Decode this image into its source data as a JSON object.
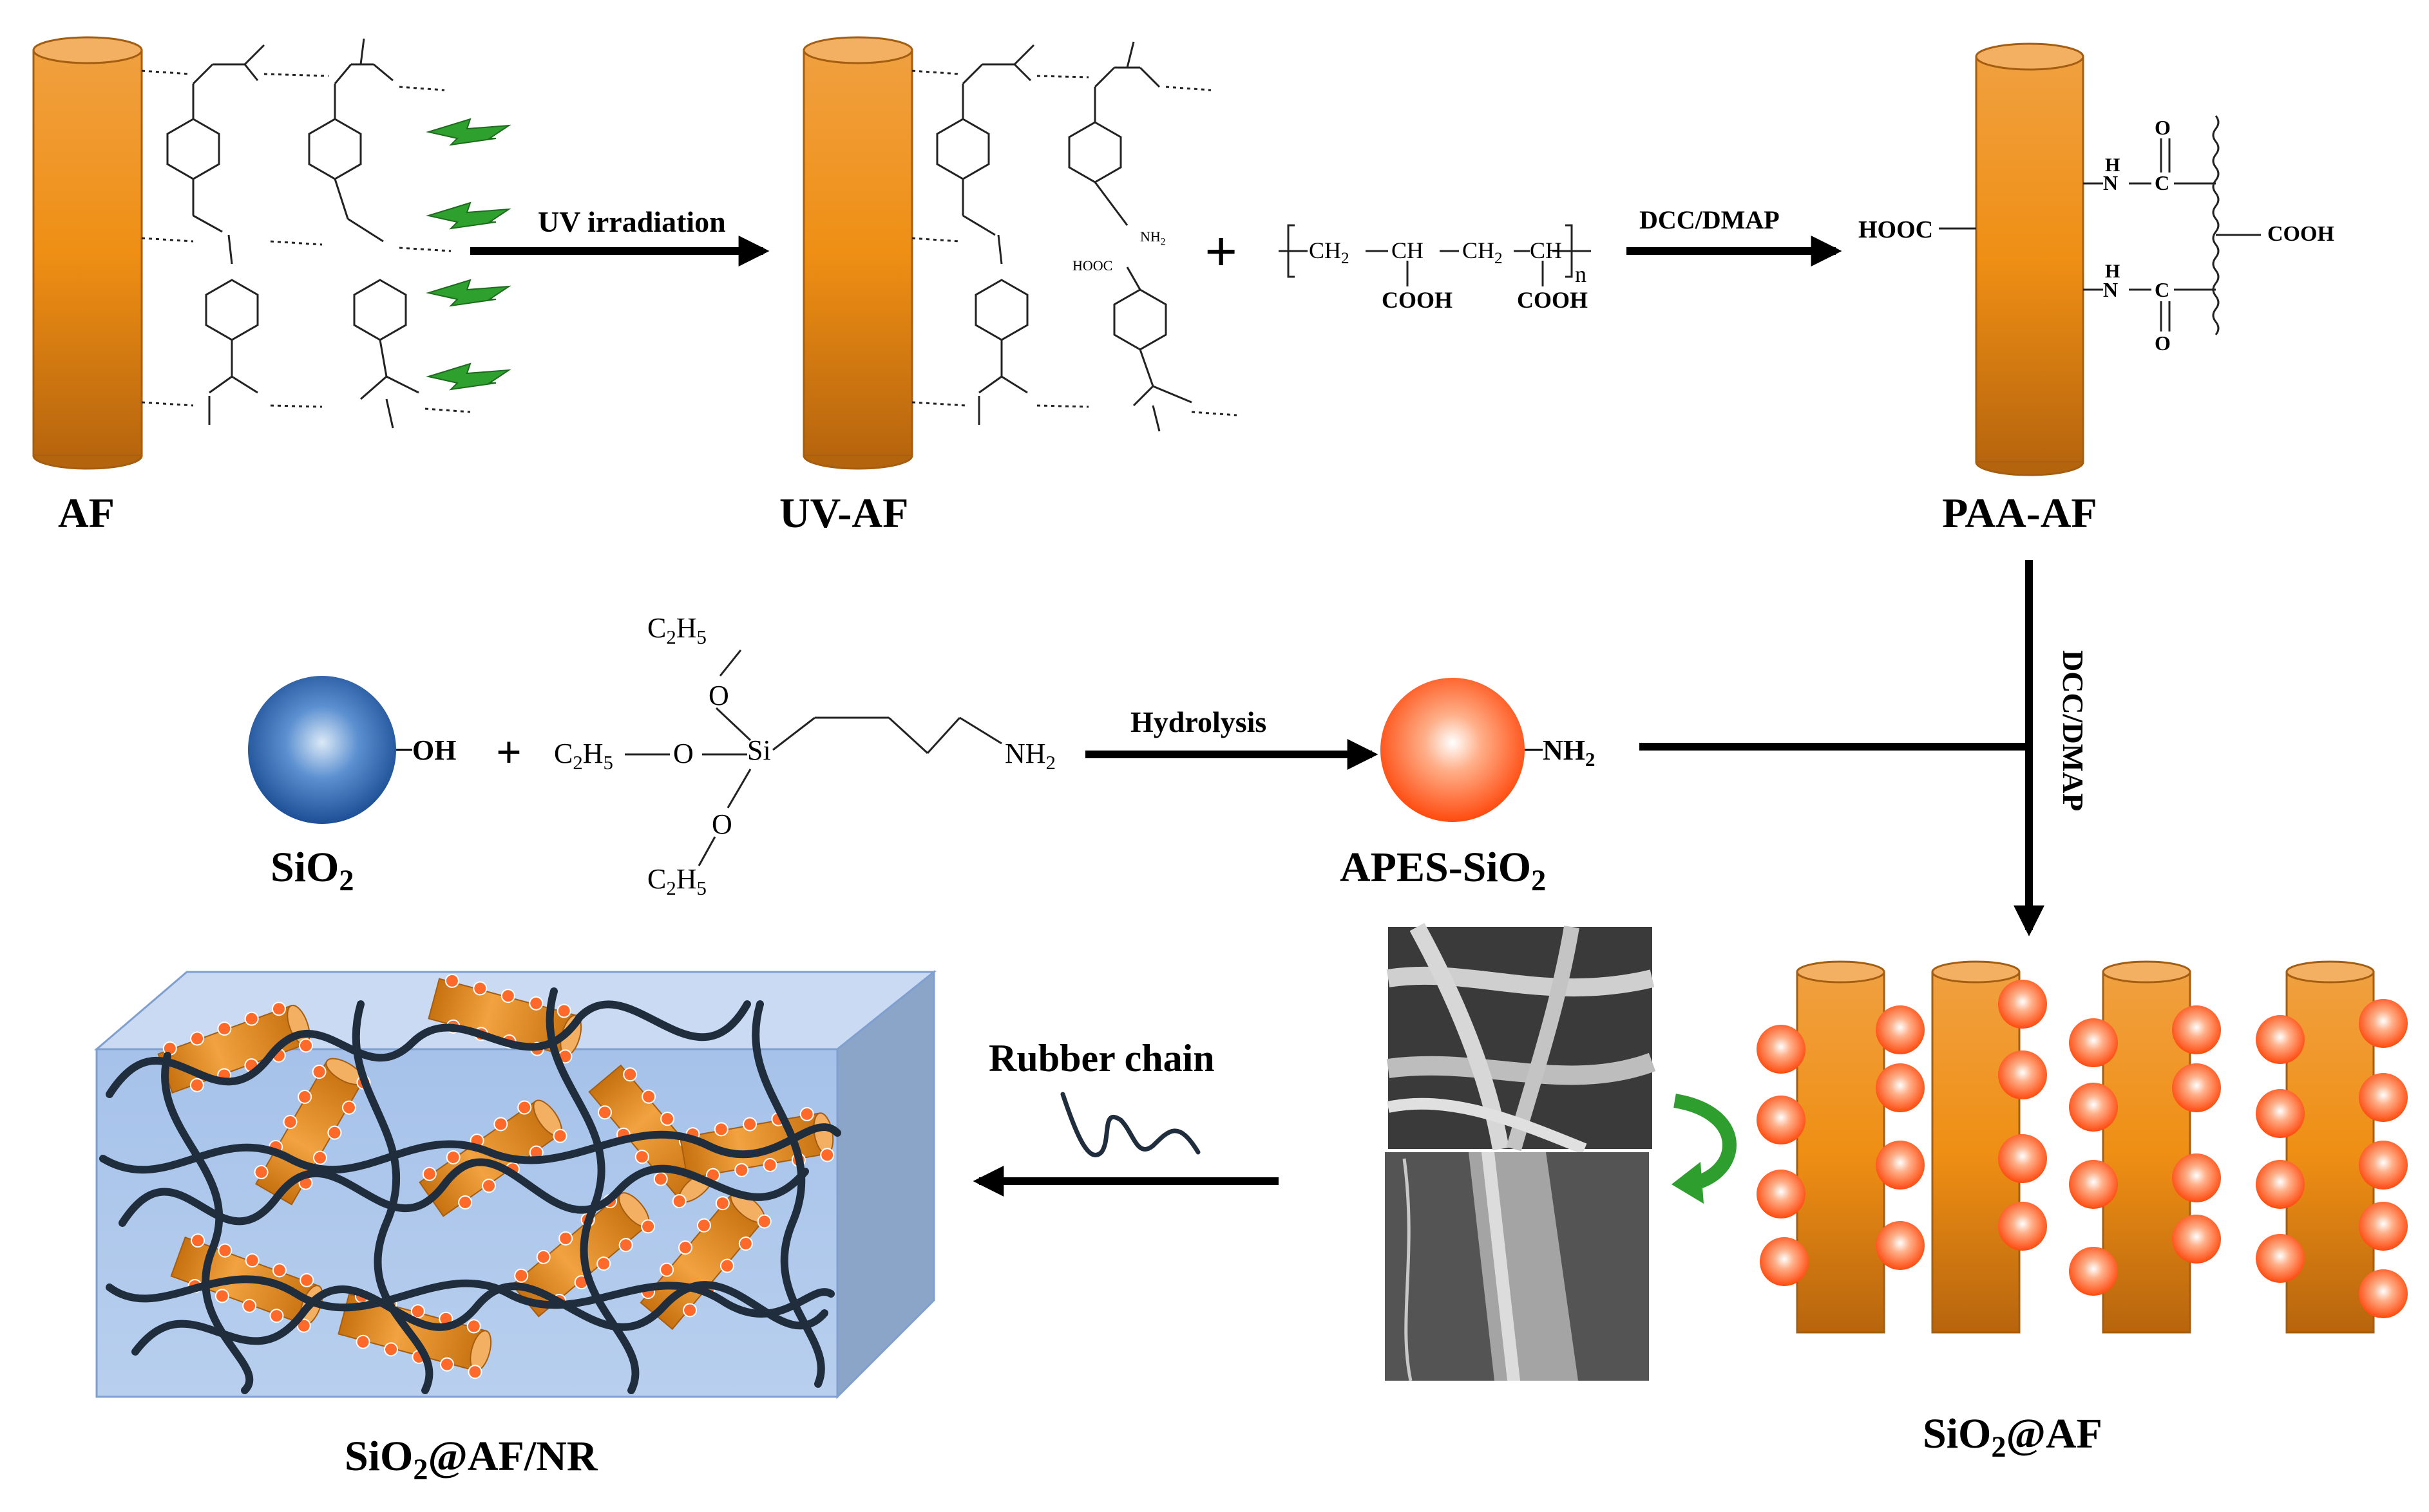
{
  "labels": {
    "af": "AF",
    "uv_af": "UV-AF",
    "paa_af": "PAA-AF",
    "sio2": "SiO",
    "sio2_sub": "2",
    "apes_sio2": "APES-SiO",
    "apes_sub": "2",
    "sio2_af": "SiO",
    "sio2_af_sub": "2",
    "sio2_af_tail": "@AF",
    "sio2_af_nr": "SiO",
    "sio2_af_nr_sub": "2",
    "sio2_af_nr_tail": "@AF/NR"
  },
  "arrows": {
    "uv": "UV irradiation",
    "dcc1": "DCC/DMAP",
    "dcc2": "DCC/DMAP",
    "hydrolysis": "Hydrolysis",
    "rubber": "Rubber chain"
  },
  "chem": {
    "oh": "OH",
    "nh2": "NH",
    "nh2_sub": "2",
    "nh2b": "NH",
    "nh2b_sub": "2",
    "hooc": "HOOC",
    "cooh": "COOH",
    "cooh1": "COOH",
    "cooh2": "COOH",
    "ch2a": "CH",
    "ch2a_sub": "2",
    "ch": "CH",
    "ch2b": "CH",
    "ch2b_sub": "2",
    "ch2": "CH",
    "n": "n",
    "si": "Si",
    "o": "O",
    "c2h5": "C",
    "c2h5_sub1": "2",
    "c2h5_h": "H",
    "c2h5_sub2": "5",
    "plus": "+",
    "nh_label": "H",
    "n_label": "N",
    "c_label": "C",
    "o_label": "O",
    "small_nh2": "NH",
    "small_nh2_sub": "2",
    "small_hooc": "HOOC"
  },
  "colors": {
    "fiber_dark": "#b8650c",
    "fiber_light": "#f7a13a",
    "silica_blue": "#2b63b0",
    "silica_orange": "#ff5a1a",
    "rubber_box": "#a9c3e8",
    "chain": "#1f2d3d",
    "arrow_green": "#2e9e2e"
  }
}
